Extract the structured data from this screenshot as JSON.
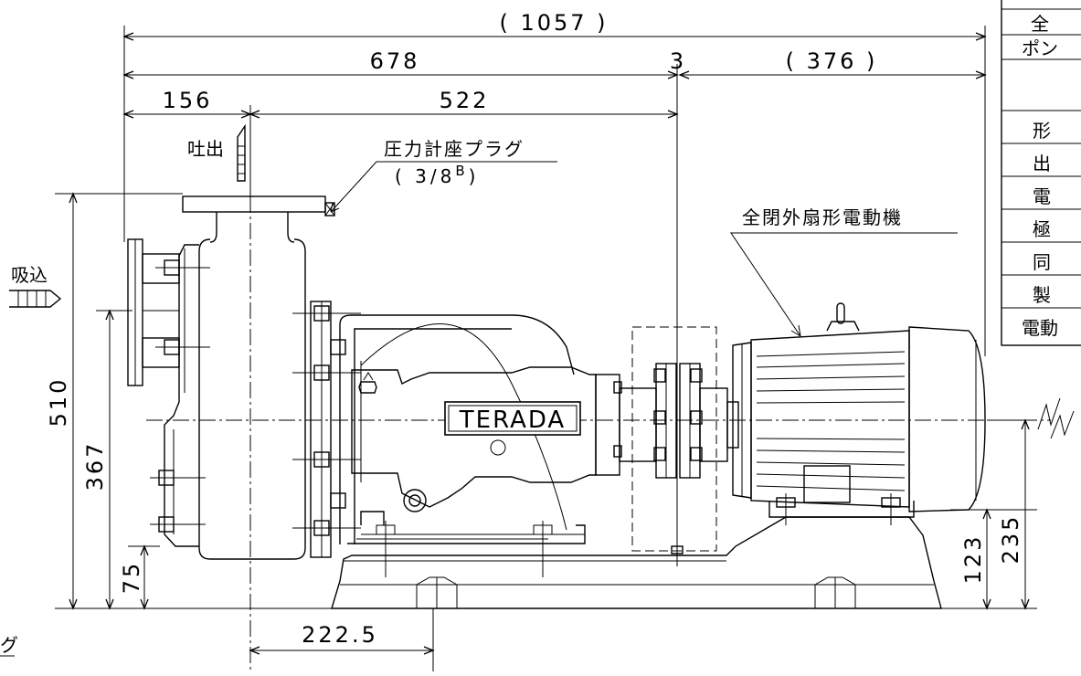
{
  "dimensions": {
    "overall_length": "( 1057 )",
    "pump_section": "678",
    "coupling_gap": "3",
    "motor_section": "( 376 )",
    "suction_offset": "156",
    "pump_to_coupling": "522",
    "total_height": "510",
    "shaft_height": "367",
    "suction_flange_height": "75",
    "motor_base_height": "123",
    "motor_shaft_height": "235",
    "discharge_offset": "222.5"
  },
  "labels": {
    "discharge": "吐出",
    "suction": "吸込",
    "pressure_gauge_plug": "圧力計座プラグ",
    "plug_size": "( 3/8",
    "plug_size_sup": "B",
    "plug_size_close": ")",
    "motor_type": "全閉外扇形電動機",
    "brand": "TERADA",
    "cut_label_fragment": "グ"
  },
  "spec_table": {
    "rows": [
      "全",
      "ポン",
      "",
      "形",
      "出",
      "電",
      "極",
      "同",
      "製",
      "電動"
    ]
  }
}
